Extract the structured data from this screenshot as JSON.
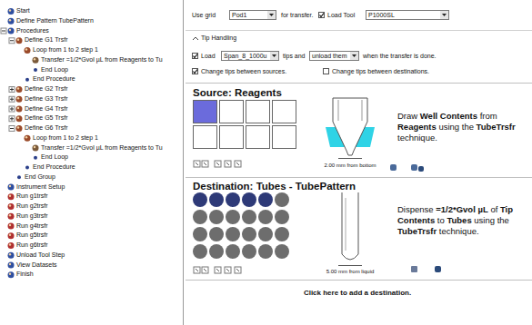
{
  "diagram": {
    "labels": [
      "Start",
      "Define Pattern TubePattern",
      "Procedures",
      "Define G1 Trsfr",
      "Loop from 1 to 2 step 1",
      "Transfer =1/2*Gvol µL from Reagents to Tu",
      "End Loop",
      "End Procedure",
      "Define G2 Trsfr",
      "Define G3 Trsfr",
      "Define G4 Trsfr",
      "Define G5 Trsfr",
      "Define G6 Trsfr",
      "Loop from 1 to 2 step 1",
      "Transfer =1/2*Gvol µL from Reagents to Tu",
      "End Loop",
      "End Procedure",
      "End Group",
      "Instrument Setup",
      "Run g1trsfr",
      "Run g2trsfr",
      "Run g3trsfr",
      "Run g4trsfr",
      "Run g5trsfr",
      "Run g6trsfr",
      "Unload Tool Step",
      "View Datasets",
      "Finish",
      "Use grid",
      "Pod1",
      "for transfer.",
      "Load Tool",
      "P1000SL",
      "Tip Handling",
      "Load",
      "Span_8_1000u",
      "tips and",
      "unload them",
      "when the transfer is done.",
      "Change tips between sources.",
      "Change tips between destinations.",
      "Source: Reagents",
      "Draw",
      "Well Contents",
      "from",
      "Reagents",
      "using the",
      "TubeTrsfr",
      "technique.",
      "2.00 mm from bottom",
      "Destination: Tubes - TubePattern",
      "Dispense",
      "=1/2*Gvol µL",
      "of",
      "Tip Contents",
      "to",
      "Tubes",
      "using the",
      "TubeTrsfr",
      "technique.",
      "5.00 mm from liquid",
      "Click here to add a destination."
    ]
  }
}
